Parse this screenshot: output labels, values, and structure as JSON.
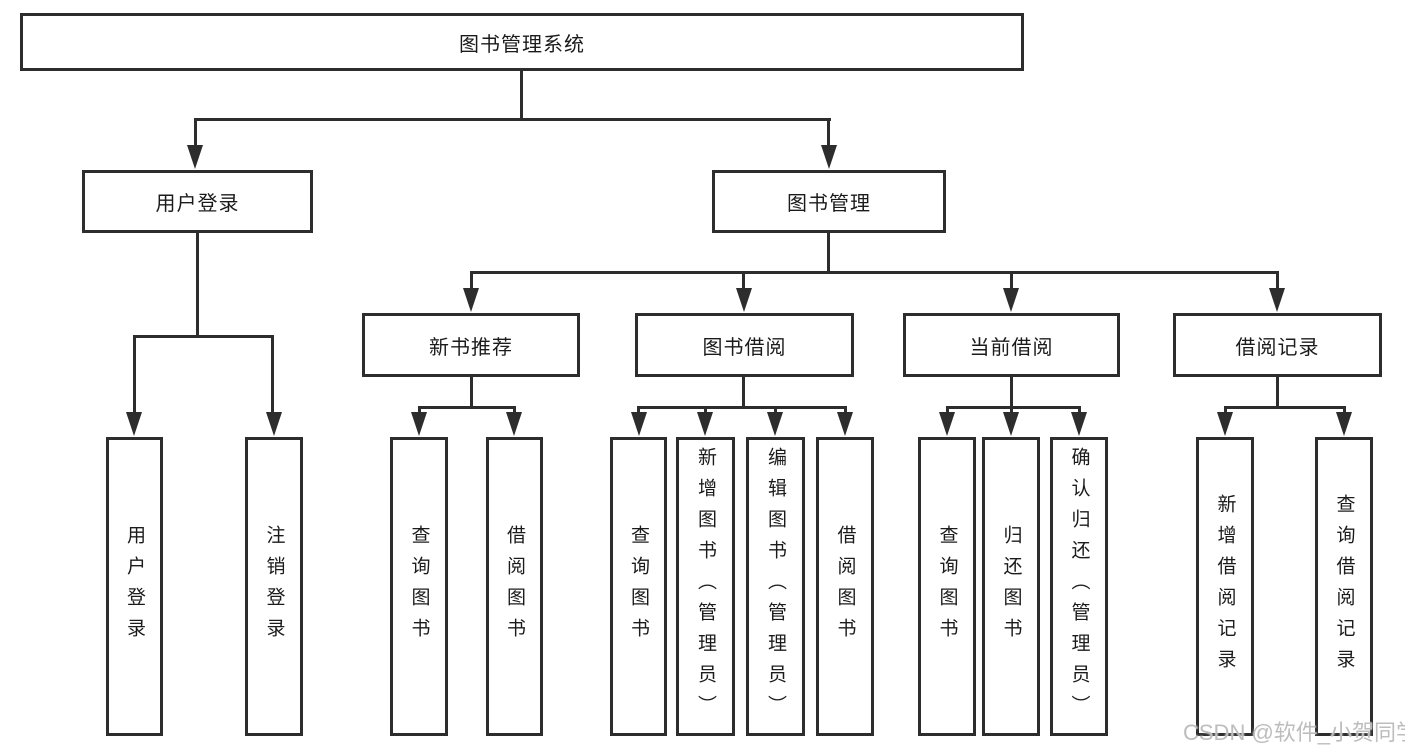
{
  "diagram_title": "图书管理系统",
  "nodes": {
    "root": {
      "label": "图书管理系统"
    },
    "userLogin": {
      "label": "用户登录",
      "children": {
        "login": {
          "label": "用户登录"
        },
        "logout": {
          "label": "注销登录"
        }
      }
    },
    "bookManagement": {
      "label": "图书管理",
      "children": {
        "newBookRecommend": {
          "label": "新书推荐",
          "children": {
            "queryBooks": {
              "label": "查询图书"
            },
            "borrowBooks": {
              "label": "借阅图书"
            }
          }
        },
        "bookBorrowing": {
          "label": "图书借阅",
          "children": {
            "queryBooks": {
              "label": "查询图书"
            },
            "addBooks": {
              "label": "新增图书（管理员）"
            },
            "editBooks": {
              "label": "编辑图书（管理员）"
            },
            "borrowBooks": {
              "label": "借阅图书"
            }
          }
        },
        "currentBorrowing": {
          "label": "当前借阅",
          "children": {
            "queryBooks": {
              "label": "查询图书"
            },
            "returnBooks": {
              "label": "归还图书"
            },
            "confirmReturn": {
              "label": "确认归还（管理员）"
            }
          }
        },
        "borrowRecords": {
          "label": "借阅记录",
          "children": {
            "addRecord": {
              "label": "新增借阅记录"
            },
            "queryRecord": {
              "label": "查询借阅记录"
            }
          }
        }
      }
    }
  },
  "watermark": {
    "text": "CSDN @软件_小贺同学"
  },
  "colors": {
    "background": "#ffffff",
    "line": "#2d2d2d",
    "node_border": "#2d2d2d",
    "node_text": "#1b1b1b",
    "watermark_text": "#bdbdbd"
  }
}
